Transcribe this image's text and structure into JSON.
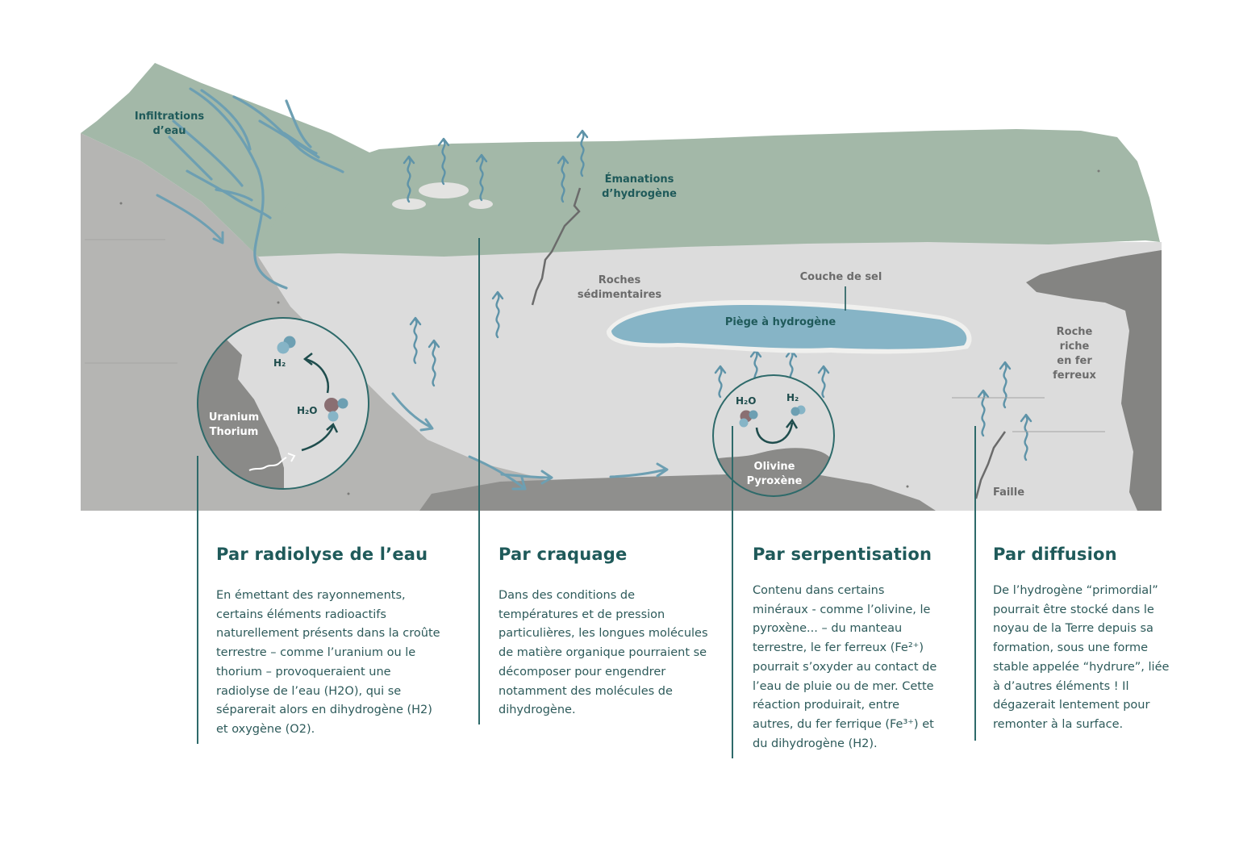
{
  "labels": {
    "infiltrations": "Infiltrations\nd’eau",
    "emanations": "Émanations\nd’hydrogène",
    "roches_sedimentaires": "Roches\nsédimentaires",
    "couche_de_sel": "Couche de sel",
    "piege": "Piège à hydrogène",
    "roche_fer": "Roche\nriche\nen fer\nferreux",
    "faille": "Faille",
    "uranium_thorium": "Uranium\nThorium",
    "olivine_pyroxene": "Olivine\nPyroxène",
    "h2o_left": "H₂O",
    "h2_left": "H₂",
    "h2o_right": "H₂O",
    "h2_right": "H₂"
  },
  "sections": [
    {
      "title": "Par radiolyse de l’eau",
      "text": "En émettant des rayonnements, certains éléments radioactifs naturellement présents dans la croûte terrestre – comme l’uranium ou le thorium – provoqueraient une radiolyse de l’eau (H2O), qui se séparerait alors en dihydrogène (H2) et oxygène (O2)."
    },
    {
      "title": "Par craquage",
      "text": "Dans des conditions de températures et de pression particulières, les longues molécules de matière organique pourraient se décomposer pour engendrer notamment des molécules de dihydrogène."
    },
    {
      "title": "Par serpentisation",
      "text": "Contenu dans certains minéraux - comme l’olivine, le pyroxène... – du manteau terrestre, le fer ferreux (Fe²⁺) pourrait s’oxyder au contact de l’eau de pluie ou de mer. Cette réaction produirait, entre autres, du fer ferrique (Fe³⁺) et du dihydrogène (H2)."
    },
    {
      "title": "Par diffusion",
      "text": "De l’hydrogène “primordial” pourrait être stocké dans le noyau de la Terre depuis sa formation, sous une forme stable appelée “hydrure”, liée à d’autres éléments ! Il dégazerait lentement pour remonter à la surface."
    }
  ],
  "colors": {
    "green_surface": "#a3b8a8",
    "light_rock": "#dcdcdc",
    "mid_rock": "#b5b5b3",
    "dark_rock": "#8a8a88",
    "water": "#6d9fb2",
    "trap": "#86b4c6",
    "text_teal": "#1f5a5a"
  }
}
